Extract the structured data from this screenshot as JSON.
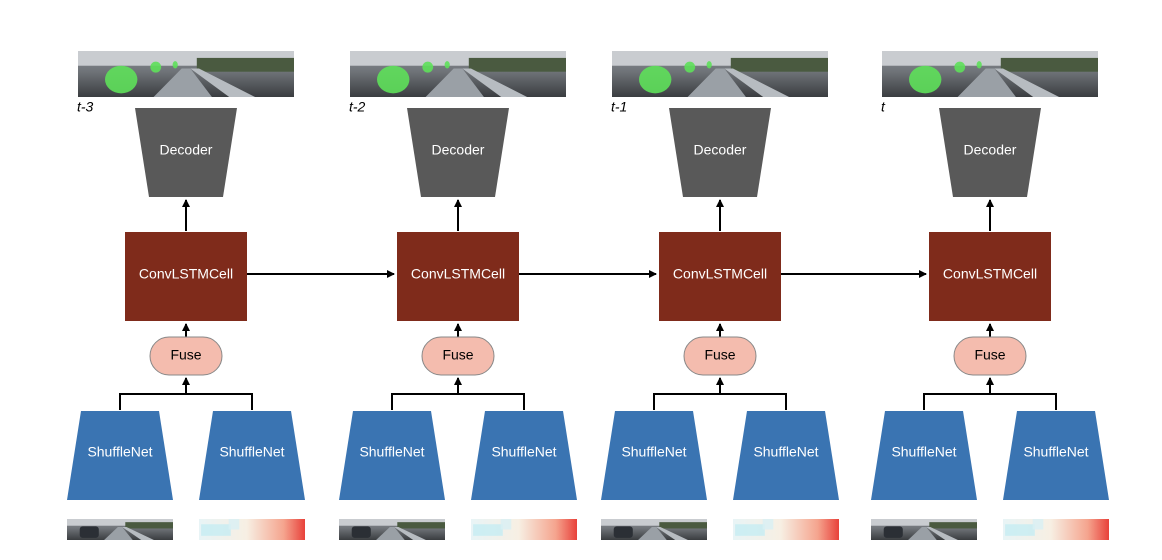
{
  "colors": {
    "decoder": "#595959",
    "convlstm": "#7f2b1b",
    "fuse": "#f4bcae",
    "fuse_stroke": "#888888",
    "shufflenet": "#3a74b2",
    "arrow": "#000000"
  },
  "steps": [
    {
      "time_label": "t-3",
      "decoder": "Decoder",
      "convlstm": "ConvLSTMCell",
      "fuse": "Fuse",
      "encoder_left": "ShuffleNet",
      "encoder_right": "ShuffleNet"
    },
    {
      "time_label": "t-2",
      "decoder": "Decoder",
      "convlstm": "ConvLSTMCell",
      "fuse": "Fuse",
      "encoder_left": "ShuffleNet",
      "encoder_right": "ShuffleNet"
    },
    {
      "time_label": "t-1",
      "decoder": "Decoder",
      "convlstm": "ConvLSTMCell",
      "fuse": "Fuse",
      "encoder_left": "ShuffleNet",
      "encoder_right": "ShuffleNet"
    },
    {
      "time_label": "t",
      "decoder": "Decoder",
      "convlstm": "ConvLSTMCell",
      "fuse": "Fuse",
      "encoder_left": "ShuffleNet",
      "encoder_right": "ShuffleNet"
    }
  ]
}
